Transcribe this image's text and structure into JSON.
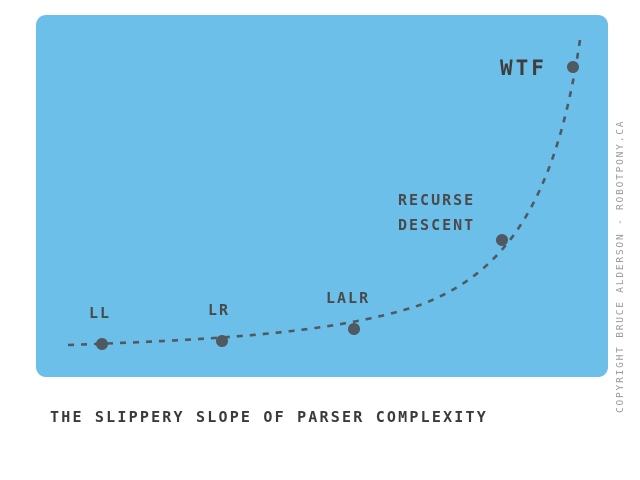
{
  "colors": {
    "panel": "#6cbfe9",
    "curve": "#4f5961",
    "points": "#4f5961",
    "text": "#3a3a3a",
    "credit": "#9a9a9a"
  },
  "points": [
    {
      "id": "ll",
      "label_lines": [
        "LL"
      ]
    },
    {
      "id": "lr",
      "label_lines": [
        "LR"
      ]
    },
    {
      "id": "lalr",
      "label_lines": [
        "LALR"
      ]
    },
    {
      "id": "recurse-descent",
      "label_lines": [
        "RECURSE",
        "DESCENT"
      ]
    },
    {
      "id": "wtf",
      "label_lines": [
        "WTF"
      ]
    }
  ],
  "caption": "THE SLIPPERY SLOPE OF PARSER COMPLEXITY",
  "credit": "COPYRIGHT BRUCE ALDERSON - ROBOTPONY.CA"
}
